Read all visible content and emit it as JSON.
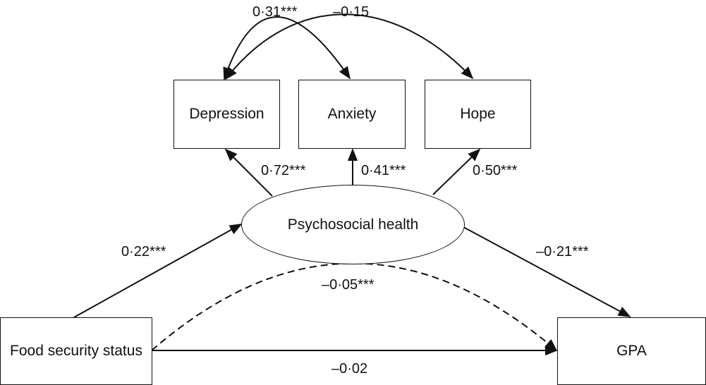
{
  "nodes": {
    "depression": "Depression",
    "anxiety": "Anxiety",
    "hope": "Hope",
    "psychosocial": "Psychosocial health",
    "food_security": "Food security status",
    "gpa": "GPA"
  },
  "paths": {
    "dep_anx_cov": "0·31***",
    "dep_hope_cov": "–0·15",
    "psy_dep": "0·72***",
    "psy_anx": "0·41***",
    "psy_hope": "0·50***",
    "food_psy": "0·22***",
    "psy_gpa": "–0·21***",
    "indirect": "–0·05***",
    "food_gpa": "–0·02"
  }
}
